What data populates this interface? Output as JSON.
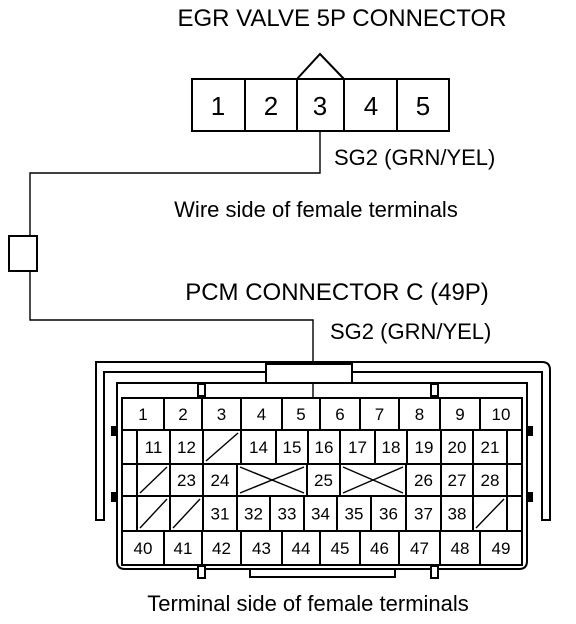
{
  "egr": {
    "title": "EGR VALVE 5P CONNECTOR",
    "pins": [
      "1",
      "2",
      "3",
      "4",
      "5"
    ],
    "wire_label": "SG2 (GRN/YEL)",
    "view_label": "Wire side of female terminals"
  },
  "pcm": {
    "title": "PCM CONNECTOR C (49P)",
    "wire_label": "SG2 (GRN/YEL)",
    "view_label": "Terminal side of female terminals",
    "rows": [
      [
        "1",
        "2",
        "3",
        "4",
        "5",
        "6",
        "7",
        "8",
        "9",
        "10"
      ],
      [
        "11",
        "12",
        "/",
        "14",
        "15",
        "16",
        "17",
        "18",
        "19",
        "20",
        "21"
      ],
      [
        "/",
        "23",
        "24",
        "X",
        "25",
        "X",
        "26",
        "27",
        "28"
      ],
      [
        "/",
        "/",
        "31",
        "32",
        "33",
        "34",
        "35",
        "36",
        "37",
        "38",
        "/"
      ],
      [
        "40",
        "41",
        "42",
        "43",
        "44",
        "45",
        "46",
        "47",
        "48",
        "49"
      ]
    ]
  }
}
